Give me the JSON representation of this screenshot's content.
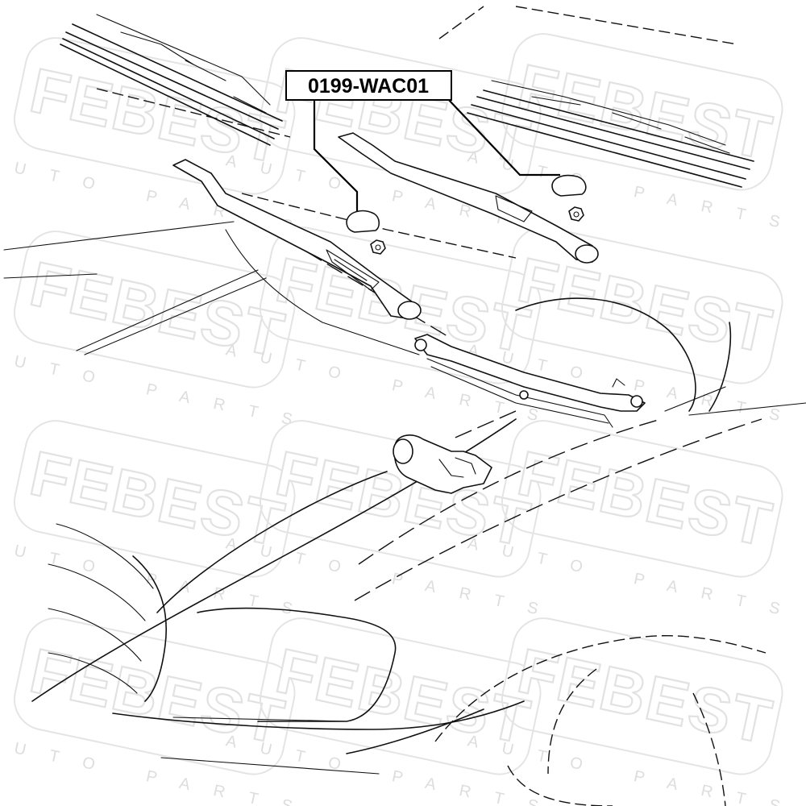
{
  "callout": {
    "part_number": "0199-WAC01"
  },
  "watermark": {
    "brand": "FEBEST",
    "tagline": "AUTO PARTS"
  }
}
